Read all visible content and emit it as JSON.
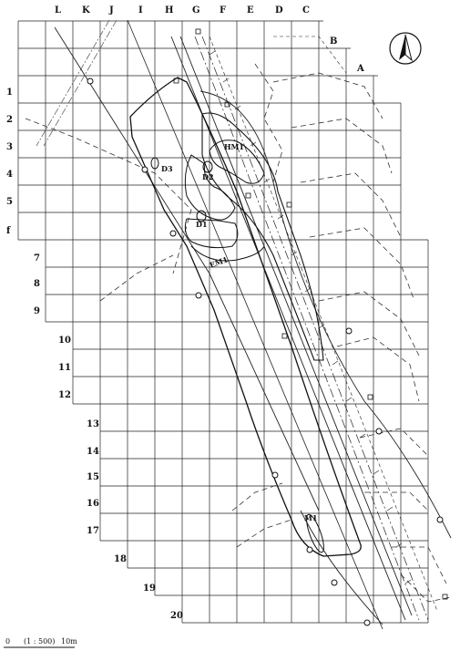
{
  "columns": [
    "L",
    "K",
    "J",
    "I",
    "H",
    "G",
    "F",
    "E",
    "D",
    "C"
  ],
  "extra_columns": [
    "B",
    "A"
  ],
  "rows": [
    "1",
    "2",
    "3",
    "4",
    "5",
    "f",
    "7",
    "8",
    "9",
    "10",
    "11",
    "12",
    "13",
    "14",
    "15",
    "16",
    "17",
    "18",
    "19",
    "20"
  ],
  "features": [
    "HM1",
    "D2",
    "D3",
    "D1",
    "EM1",
    "M1"
  ],
  "north_arrow": "north-arrow-icon",
  "scale": {
    "zero": "0",
    "ratio": "(1 : 500)",
    "length": "10m"
  }
}
